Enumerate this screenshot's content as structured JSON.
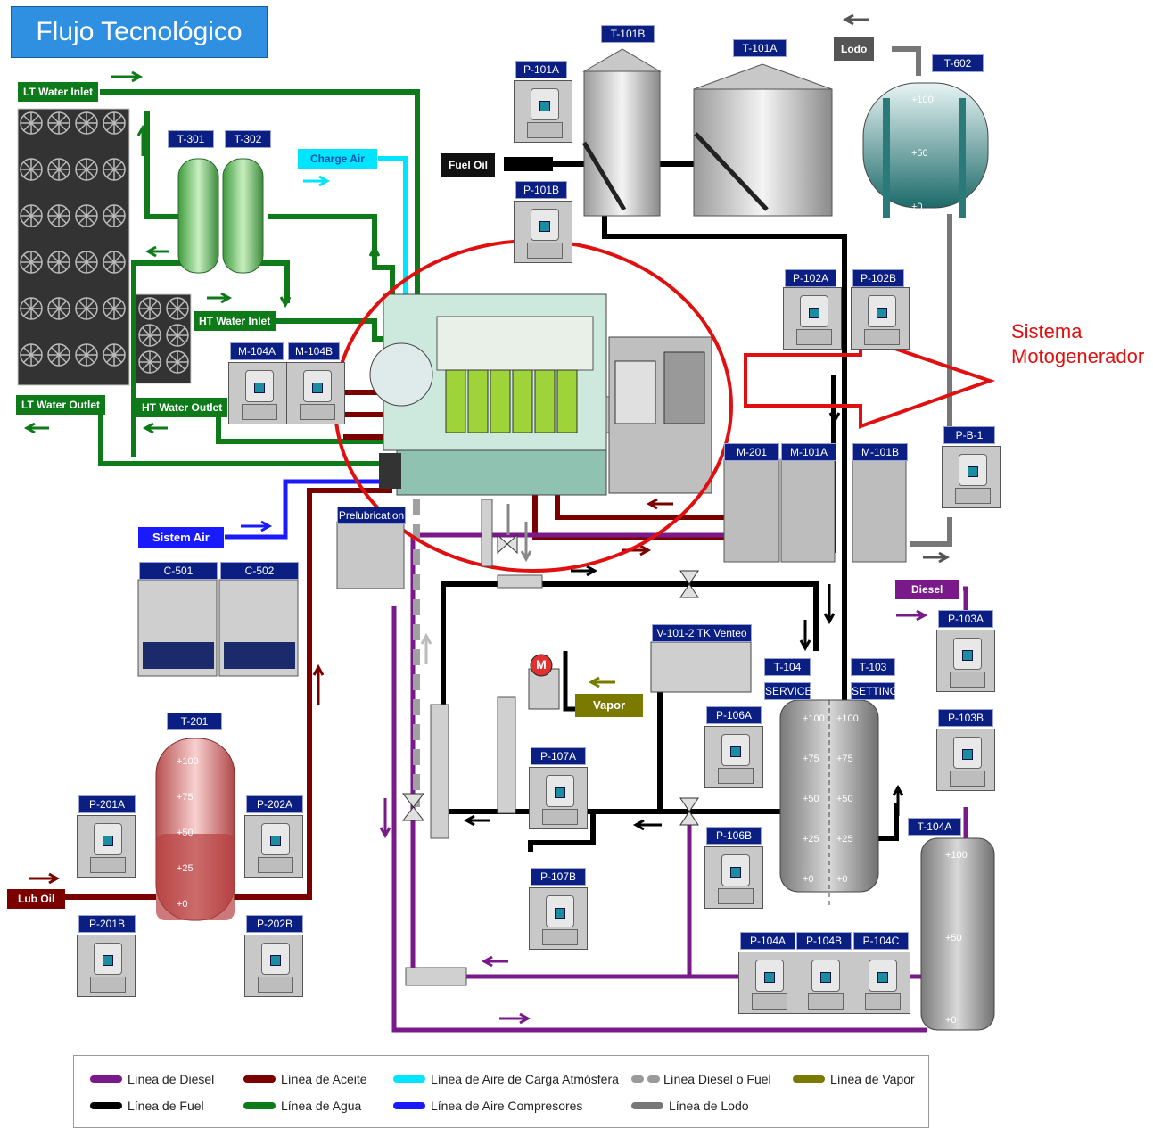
{
  "title": "Flujo Tecnológico",
  "annotation": {
    "line1": "Sistema",
    "line2": "Motogenerador"
  },
  "labels": {
    "lt_water_inlet": "LT Water Inlet",
    "lt_water_outlet": "LT Water Outlet",
    "ht_water_inlet": "HT Water Inlet",
    "ht_water_outlet": "HT Water Outlet",
    "charge_air": "Charge Air",
    "sistem_air": "Sistem Air",
    "fuel_oil": "Fuel Oil",
    "lodo": "Lodo",
    "diesel": "Diesel",
    "vapor": "Vapor",
    "lub_oil": "Lub Oil",
    "prelubrication": "Prelubrication",
    "motor_m": "M"
  },
  "tags": {
    "t301": "T-301",
    "t302": "T-302",
    "m104a": "M-104A",
    "m104b": "M-104B",
    "p101a": "P-101A",
    "p101b": "P-101B",
    "t101b": "T-101B",
    "t101a": "T-101A",
    "t602": "T-602",
    "p102a": "P-102A",
    "p102b": "P-102B",
    "m201": "M-201",
    "m101a": "M-101A",
    "m101b": "M-101B",
    "pb1": "P-B-1",
    "c501": "C-501",
    "c502": "C-502",
    "t201": "T-201",
    "p201a": "P-201A",
    "p201b": "P-201B",
    "p202a": "P-202A",
    "p202b": "P-202B",
    "v1012": "V-101-2  TK Venteo",
    "t104": "T-104",
    "t104_sub": "SERVICE",
    "t103": "T-103",
    "t103_sub": "SETTING",
    "p103a": "P-103A",
    "p103b": "P-103B",
    "p106a": "P-106A",
    "p106b": "P-106B",
    "p107a": "P-107A",
    "p107b": "P-107B",
    "t104a": "T-104A",
    "p104a": "P-104A",
    "p104b": "P-104B",
    "p104c": "P-104C"
  },
  "scales": {
    "t602": [
      "+100",
      "+50",
      "+0"
    ],
    "t201": [
      "+100",
      "+75",
      "+50",
      "+25",
      "+0"
    ],
    "t104_t103": [
      "+100",
      "+75",
      "+50",
      "+25",
      "+0"
    ],
    "t104a": [
      "+100",
      "+50",
      "+0"
    ]
  },
  "legend": [
    {
      "label": "Línea de Diesel",
      "color": "#7a1a8a",
      "style": "solid"
    },
    {
      "label": "Línea de Aceite",
      "color": "#7a0000",
      "style": "solid"
    },
    {
      "label": "Línea de Aire de Carga Atmósfera",
      "color": "#00e5ff",
      "style": "solid"
    },
    {
      "label": "Línea Diesel o Fuel",
      "color": "#9a9a9a",
      "style": "dashed"
    },
    {
      "label": "Línea de Vapor",
      "color": "#7a7a00",
      "style": "solid"
    },
    {
      "label": "Línea de Fuel",
      "color": "#000000",
      "style": "solid"
    },
    {
      "label": "Línea de Agua",
      "color": "#0f7a1a",
      "style": "solid"
    },
    {
      "label": "Línea de Aire Compresores",
      "color": "#1a1aff",
      "style": "solid"
    },
    {
      "label": "Línea de Lodo",
      "color": "#777777",
      "style": "solid"
    }
  ],
  "colors": {
    "water": "#0f7a1a",
    "fuel": "#000000",
    "diesel": "#7a1a8a",
    "oil": "#7a0000",
    "air": "#1a1aff",
    "charge_air": "#00e5ff",
    "lodo": "#777777",
    "vapor": "#7a7a00",
    "highlight": "#e01010"
  }
}
